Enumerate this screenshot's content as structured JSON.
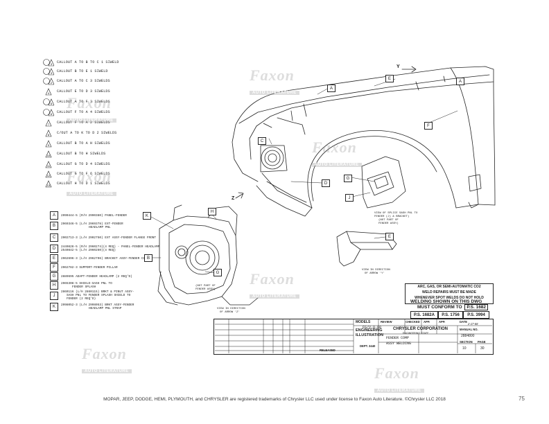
{
  "callouts": [
    {
      "num": "3",
      "text": "CALLOUT A TO B TO C 1 SIWELD"
    },
    {
      "num": "3",
      "text": "CALLOUT B TO E 1 SIWELD"
    },
    {
      "num": "2",
      "text": "CALLOUT A TO C 3 SIWELDS"
    },
    {
      "num": "4",
      "text": "CALLOUT E TO D 3 SIWELDS"
    },
    {
      "num": "5",
      "text": "CALLOUT A TO F 3 SIWELDS"
    },
    {
      "num": "6",
      "text": "CALLOUT F TO A 4 SIWELDS"
    },
    {
      "num": "7",
      "text": "CALLOUT F TO A 2 SIWELDS"
    },
    {
      "num": "8",
      "text": "C/OUT A TO K TO D 2 SIWELDS"
    },
    {
      "num": "9",
      "text": "CALLOUT B TO A H SIWELDS"
    },
    {
      "num": "10",
      "text": "CALLOUT B TO H SIWELDS"
    },
    {
      "num": "11",
      "text": "CALLOUT G TO D 4 SIWELDS"
    },
    {
      "num": "12",
      "text": "CALLOUT G TO F 6 SIWELDS"
    },
    {
      "num": "13",
      "text": "CALLOUT H TO D 1 SIWELDS"
    }
  ],
  "parts": [
    {
      "letter": "A",
      "lines": [
        "2990444-5 (R/H 2990380) PANEL-FENDER"
      ]
    },
    {
      "letter": "B",
      "lines": [
        "2969346-5 (L/H 2969378) EXT-FENDER",
        "HEADLAMP PNL"
      ]
    },
    {
      "letter": "C",
      "lines": [
        "2902713-3 (L/H 2902750) EXT ASSY-FENDER FLANGE FRONT"
      ]
    },
    {
      "letter": "D",
      "lines": [
        "2440828-5 (R/H 2960274)(4 REQ) - PANEL-FENDER HEADLAMP",
        "2540842-5 (L/H 2960260)(4 REQ)"
      ]
    },
    {
      "letter": "E",
      "lines": [
        "2962696-3 (L/H 2962796) BRACKET ASSY-FENDER COWL"
      ]
    },
    {
      "letter": "F",
      "lines": [
        "2962782-3 SUPPORT-FENDER PILLAR"
      ]
    },
    {
      "letter": "G",
      "lines": [
        "2889695 ADAPT-FENDER HEADLAMP (2 REQ'D)"
      ]
    },
    {
      "letter": "H",
      "lines": [
        "2965308-5 SHIELD-SASH PNL TO",
        "FENDER SPLASH"
      ]
    },
    {
      "letter": "J",
      "lines": [
        "2860116 (L/H 2860115) BRKT & PINUT ASSY-",
        "SASH PNL TO FENDER SPLASH SHIELD TO",
        "FENDER (2 REQ'D)"
      ]
    },
    {
      "letter": "K",
      "lines": [
        "2998052-3 (L/H 2998053) BRKT ASSY-FENDER",
        "HEADLAMP PNL STRAP"
      ]
    }
  ],
  "diagram_labels": [
    "A",
    "B",
    "C",
    "D",
    "E",
    "F",
    "G",
    "H",
    "J",
    "K",
    "Y",
    "Z"
  ],
  "notes": {
    "inset_note": [
      "VIEW OF SPLICE SASH PNL TO",
      "FENDER (J) & BRACKET)",
      "(NOT PART OF",
      "FENDER ASSY)"
    ],
    "view_y": [
      "VIEW IN DIRECTION",
      "OF ARROW 'Y'"
    ],
    "view_z": [
      "VIEW IN DIRECTION",
      "OF ARROW 'Z'"
    ],
    "not_part": [
      "(NOT PART OF",
      "FENDER ASSY)"
    ]
  },
  "weld_box": [
    "ARC, GAS, OR SEMI-AUTOMATIC CO2",
    "WELD REPAIRS MUST BE MADE",
    "WHENEVER SPOT WELDS DO NOT HOLD"
  ],
  "welding_shown": "WELDING SHOWN ON THIS DWG",
  "must_conform": "MUST CONFORM TO",
  "ps_numbers": [
    "P.S. 1682",
    "P.S. 1682A",
    "P.S. 1756",
    "P.S. 3994"
  ],
  "title_block": {
    "models_label": "MODELS",
    "models_value": "FG/V-0-00",
    "review_label": "REVIEW",
    "checked_label": "CHECKED",
    "app_label": "APP.",
    "date_label": "DATE",
    "date_value": "2-17-68",
    "eng_illus": "ENGINEERING ILLUSTRATION",
    "company": "CHRYSLER CORPORATION",
    "company_sub": "ENGINEERING STAFF",
    "dept": "DEPT. 3440",
    "title1": "FENDER COMP",
    "title2": "ASSY WELDING",
    "manual_label": "MANUAL NO.",
    "manual_no": "2884800",
    "section_label": "SECTION",
    "section_no": "10",
    "page_label": "PAGE",
    "page_no": "30",
    "released": "RELEASED"
  },
  "watermark": {
    "main": "Faxon",
    "sub": "AUTO LITERATURE"
  },
  "footer": "MOPAR, JEEP, DODGE, HEMI, PLYMOUTH, and CHRYSLER are registered trademarks of Chrysler LLC used under license to Faxon Auto Literature. ©Chrysler LLC 2018",
  "page_number": "75"
}
